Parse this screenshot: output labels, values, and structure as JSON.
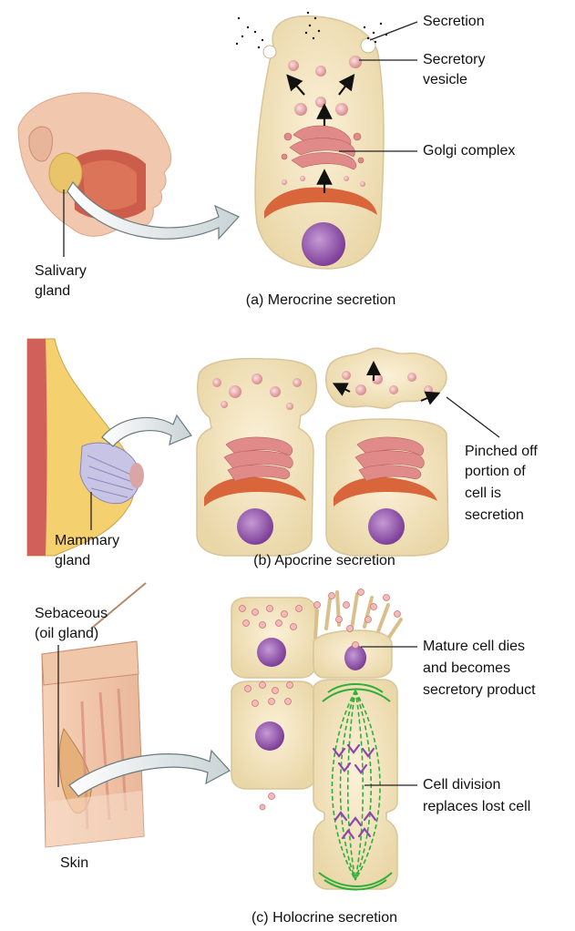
{
  "panels": {
    "merocrine": {
      "caption": "(a) Merocrine secretion",
      "source_label": [
        "Salivary",
        "gland"
      ],
      "labels": {
        "secretion": "Secretion",
        "secretory_vesicle": [
          "Secretory",
          "vesicle"
        ],
        "golgi_complex": "Golgi complex"
      }
    },
    "apocrine": {
      "caption": "(b) Apocrine secretion",
      "source_label": [
        "Mammary",
        "gland"
      ],
      "labels": {
        "pinched_off": [
          "Pinched off",
          "portion of",
          "cell is",
          "secretion"
        ]
      }
    },
    "holocrine": {
      "caption": "(c) Holocrine secretion",
      "source_label": [
        "Sebaceous",
        "(oil gland)"
      ],
      "skin_label": "Skin",
      "labels": {
        "mature_cell": [
          "Mature cell dies",
          "and becomes",
          "secretory product"
        ],
        "cell_division": [
          "Cell division",
          "replaces lost cell"
        ]
      }
    }
  },
  "colors": {
    "cell_fill": "#f3e6c4",
    "cell_stroke": "#d8c59a",
    "nucleus": "#9b59b6",
    "golgi": "#e08a8a",
    "er": "#d9663b",
    "vesicle": "#f0b0b0",
    "spindle": "#2fae3a",
    "chromosome": "#8e44ad"
  }
}
